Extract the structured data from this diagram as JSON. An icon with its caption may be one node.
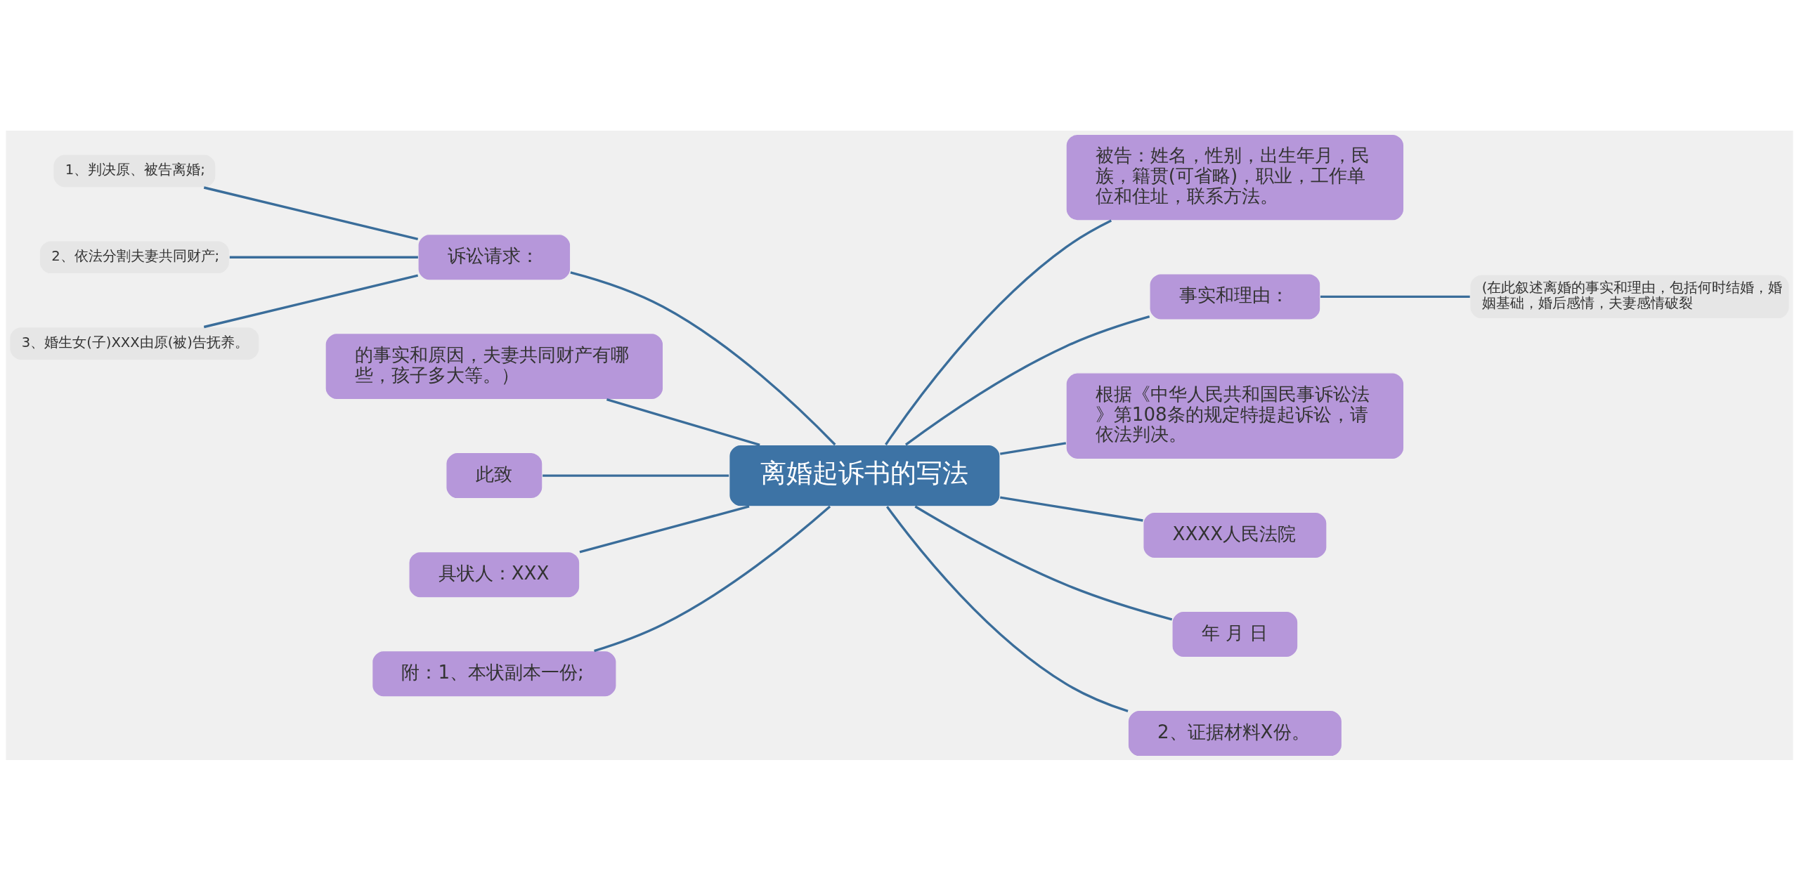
{
  "diagram": {
    "nodes": [
      {
        "text": [
          "离婚起诉书的写法"
        ]
      },
      {
        "text": [
          "被告：姓名，性别，出生年月，民族，籍贯(可省略)，职业，工作单位和住址，联系方法。"
        ]
      },
      {
        "text": [
          "事实和理由："
        ]
      },
      {
        "text": [
          "(在此叙述离婚的事实和理由，包括何时结婚，婚姻基础，婚后感情，夫妻感情破裂"
        ]
      },
      {
        "text": [
          "根据《中华人民共和国民事诉讼法》第108条的规定特提起诉讼，请依法判决。"
        ]
      },
      {
        "text": [
          "XXXX人民法院"
        ]
      },
      {
        "text": [
          "年 月 日"
        ]
      },
      {
        "text": [
          "2、证据材料X份。"
        ]
      },
      {
        "text": [
          "诉讼请求："
        ]
      },
      {
        "text": [
          "1、判决原、被告离婚;"
        ]
      },
      {
        "text": [
          "2、依法分割夫妻共同财产;"
        ]
      },
      {
        "text": [
          "3、婚生女(子)XXX由原(被)告抚养。"
        ]
      },
      {
        "text": [
          "的事实和原因，夫妻共同财产有哪些，孩子多大等。）"
        ]
      },
      {
        "text": [
          "此致"
        ]
      },
      {
        "text": [
          "具状人：XXX"
        ]
      },
      {
        "text": [
          "附：1、本状副本一份;"
        ]
      }
    ],
    "edges": [
      {
        "from": 0,
        "to": 1,
        "arrow": "none"
      },
      {
        "from": 0,
        "to": 2,
        "arrow": "none"
      },
      {
        "from": 2,
        "to": 3,
        "arrow": "none"
      },
      {
        "from": 0,
        "to": 4,
        "arrow": "none"
      },
      {
        "from": 0,
        "to": 5,
        "arrow": "none"
      },
      {
        "from": 0,
        "to": 6,
        "arrow": "none"
      },
      {
        "from": 0,
        "to": 7,
        "arrow": "none"
      },
      {
        "from": 8,
        "to": 0,
        "arrow": "none"
      },
      {
        "from": 9,
        "to": 8,
        "arrow": "none"
      },
      {
        "from": 10,
        "to": 8,
        "arrow": "none"
      },
      {
        "from": 11,
        "to": 8,
        "arrow": "none"
      },
      {
        "from": 12,
        "to": 0,
        "arrow": "none"
      },
      {
        "from": 13,
        "to": 0,
        "arrow": "none"
      },
      {
        "from": 14,
        "to": 0,
        "arrow": "none"
      },
      {
        "from": 15,
        "to": 0,
        "arrow": "none"
      }
    ]
  }
}
